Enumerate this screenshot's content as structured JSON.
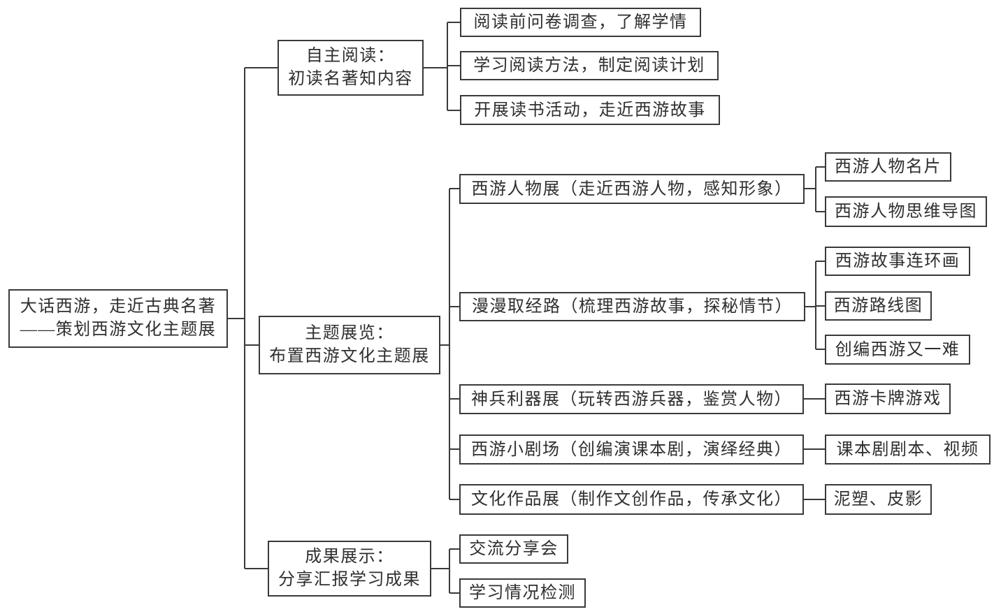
{
  "diagram": {
    "title": "大话西游，走近古典名著——策划西游文化主题展 思维导图",
    "colors": {
      "line": "#3a3a3a",
      "text": "#2f2f2f",
      "background": "#ffffff"
    },
    "root": {
      "line1": "大话西游，走近古典名著",
      "line2": "——策划西游文化主题展"
    },
    "branch1": {
      "line1": "自主阅读：",
      "line2": "初读名著知内容",
      "items": [
        "阅读前问卷调查，了解学情",
        "学习阅读方法，制定阅读计划",
        "开展读书活动，走近西游故事"
      ]
    },
    "branch2": {
      "line1": "主题展览：",
      "line2": "布置西游文化主题展",
      "items": [
        {
          "label": "西游人物展（走近西游人物，感知形象）",
          "children": [
            "西游人物名片",
            "西游人物思维导图"
          ]
        },
        {
          "label": "漫漫取经路（梳理西游故事，探秘情节）",
          "children": [
            "西游故事连环画",
            "西游路线图",
            "创编西游又一难"
          ]
        },
        {
          "label": "神兵利器展（玩转西游兵器，鉴赏人物）",
          "children": [
            "西游卡牌游戏"
          ]
        },
        {
          "label": "西游小剧场（创编演课本剧，演绎经典）",
          "children": [
            "课本剧剧本、视频"
          ]
        },
        {
          "label": "文化作品展（制作文创作品，传承文化）",
          "children": [
            "泥塑、皮影"
          ]
        }
      ]
    },
    "branch3": {
      "line1": "成果展示：",
      "line2": "分享汇报学习成果",
      "items": [
        "交流分享会",
        "学习情况检测"
      ]
    }
  }
}
